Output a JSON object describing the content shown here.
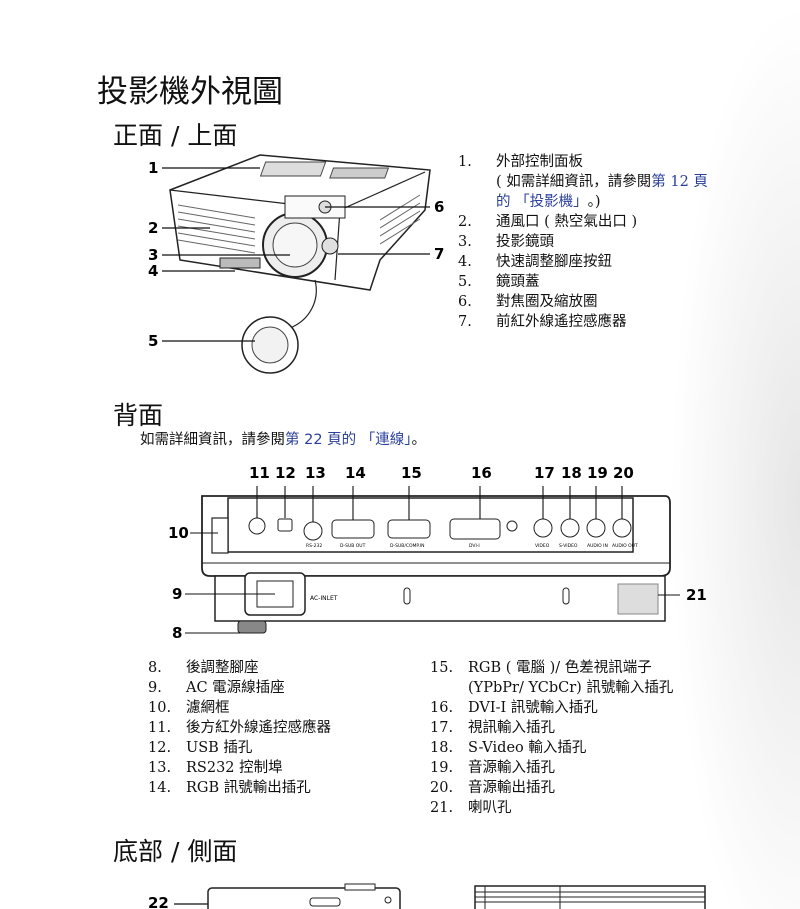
{
  "page_title": "投影機外視圖",
  "front": {
    "heading": "正面 / 上面",
    "callouts": [
      "1",
      "2",
      "3",
      "4",
      "5",
      "6",
      "7"
    ],
    "items": [
      {
        "num": "1.",
        "text": "外部控制面板"
      },
      {
        "num": "",
        "text": "( 如需詳細資訊，請參閱",
        "link": "第 12 頁"
      },
      {
        "num": "",
        "text": "",
        "link": "的 「投影機」",
        "suffix": "。)"
      },
      {
        "num": "2.",
        "text": "通風口 ( 熱空氣出口 )"
      },
      {
        "num": "3.",
        "text": "投影鏡頭"
      },
      {
        "num": "4.",
        "text": "快速調整腳座按鈕"
      },
      {
        "num": "5.",
        "text": "鏡頭蓋"
      },
      {
        "num": "6.",
        "text": "對焦圈及縮放圈"
      },
      {
        "num": "7.",
        "text": "前紅外線遙控感應器"
      }
    ]
  },
  "back": {
    "heading": "背面",
    "note_prefix": "如需詳細資訊，請參閱",
    "note_link": "第 22 頁的 「連線」",
    "note_suffix": "。",
    "top_callouts": [
      "11",
      "12",
      "13",
      "14",
      "15",
      "16",
      "17",
      "18",
      "19",
      "20"
    ],
    "side_callouts": [
      "10",
      "9",
      "8",
      "21"
    ],
    "port_labels": [
      "RS-232",
      "D-SUB OUT",
      "D-SUB/COMP.IN",
      "DVI-I",
      "VIDEO",
      "S-VIDEO",
      "AUDIO IN",
      "AUDIO OUT"
    ],
    "inlet_label": "AC-INLET",
    "items_left": [
      {
        "num": "8.",
        "text": "後調整腳座"
      },
      {
        "num": "9.",
        "text": "AC 電源線插座"
      },
      {
        "num": "10.",
        "text": "濾網框"
      },
      {
        "num": "11.",
        "text": "後方紅外線遙控感應器"
      },
      {
        "num": "12.",
        "text": "USB 插孔"
      },
      {
        "num": "13.",
        "text": "RS232 控制埠"
      },
      {
        "num": "14.",
        "text": "RGB 訊號輸出插孔"
      }
    ],
    "items_right": [
      {
        "num": "15.",
        "text": "RGB ( 電腦 )/ 色差視訊端子"
      },
      {
        "num": "",
        "text": "(YPbPr/ YCbCr) 訊號輸入插孔"
      },
      {
        "num": "16.",
        "text": "DVI-I 訊號輸入插孔"
      },
      {
        "num": "17.",
        "text": "視訊輸入插孔"
      },
      {
        "num": "18.",
        "text": "S-Video 輸入插孔"
      },
      {
        "num": "19.",
        "text": "音源輸入插孔"
      },
      {
        "num": "20.",
        "text": "音源輸出插孔"
      },
      {
        "num": "21.",
        "text": "喇叭孔"
      }
    ]
  },
  "bottom": {
    "heading": "底部 / 側面",
    "callouts": [
      "22"
    ]
  }
}
